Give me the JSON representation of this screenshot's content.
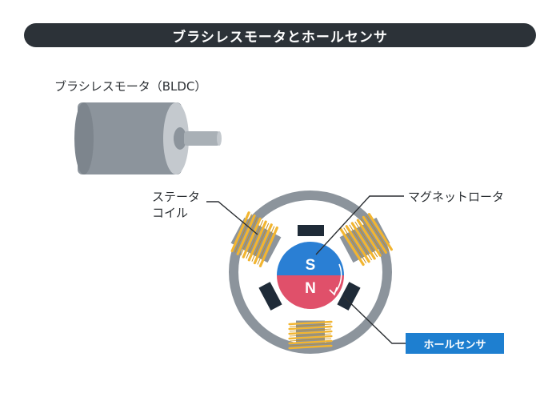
{
  "title": "ブラシレスモータとホールセンサ",
  "motor": {
    "label": "ブラシレスモータ（BLDC）"
  },
  "labels": {
    "stator_coil_line1": "ステータ",
    "stator_coil_line2": "コイル",
    "magnet_rotor": "マグネットロータ",
    "hall_sensor": "ホールセンサ"
  },
  "rotor": {
    "south": "S",
    "north": "N"
  },
  "colors": {
    "title_bg": "#2c3238",
    "motor_body": "#8c949c",
    "ring": "#8c949c",
    "coil": "#f2b531",
    "rotor_south": "#2a7fd4",
    "rotor_north": "#e0506a",
    "sensor": "#1f2b38",
    "hall_badge": "#1e7fd0"
  }
}
